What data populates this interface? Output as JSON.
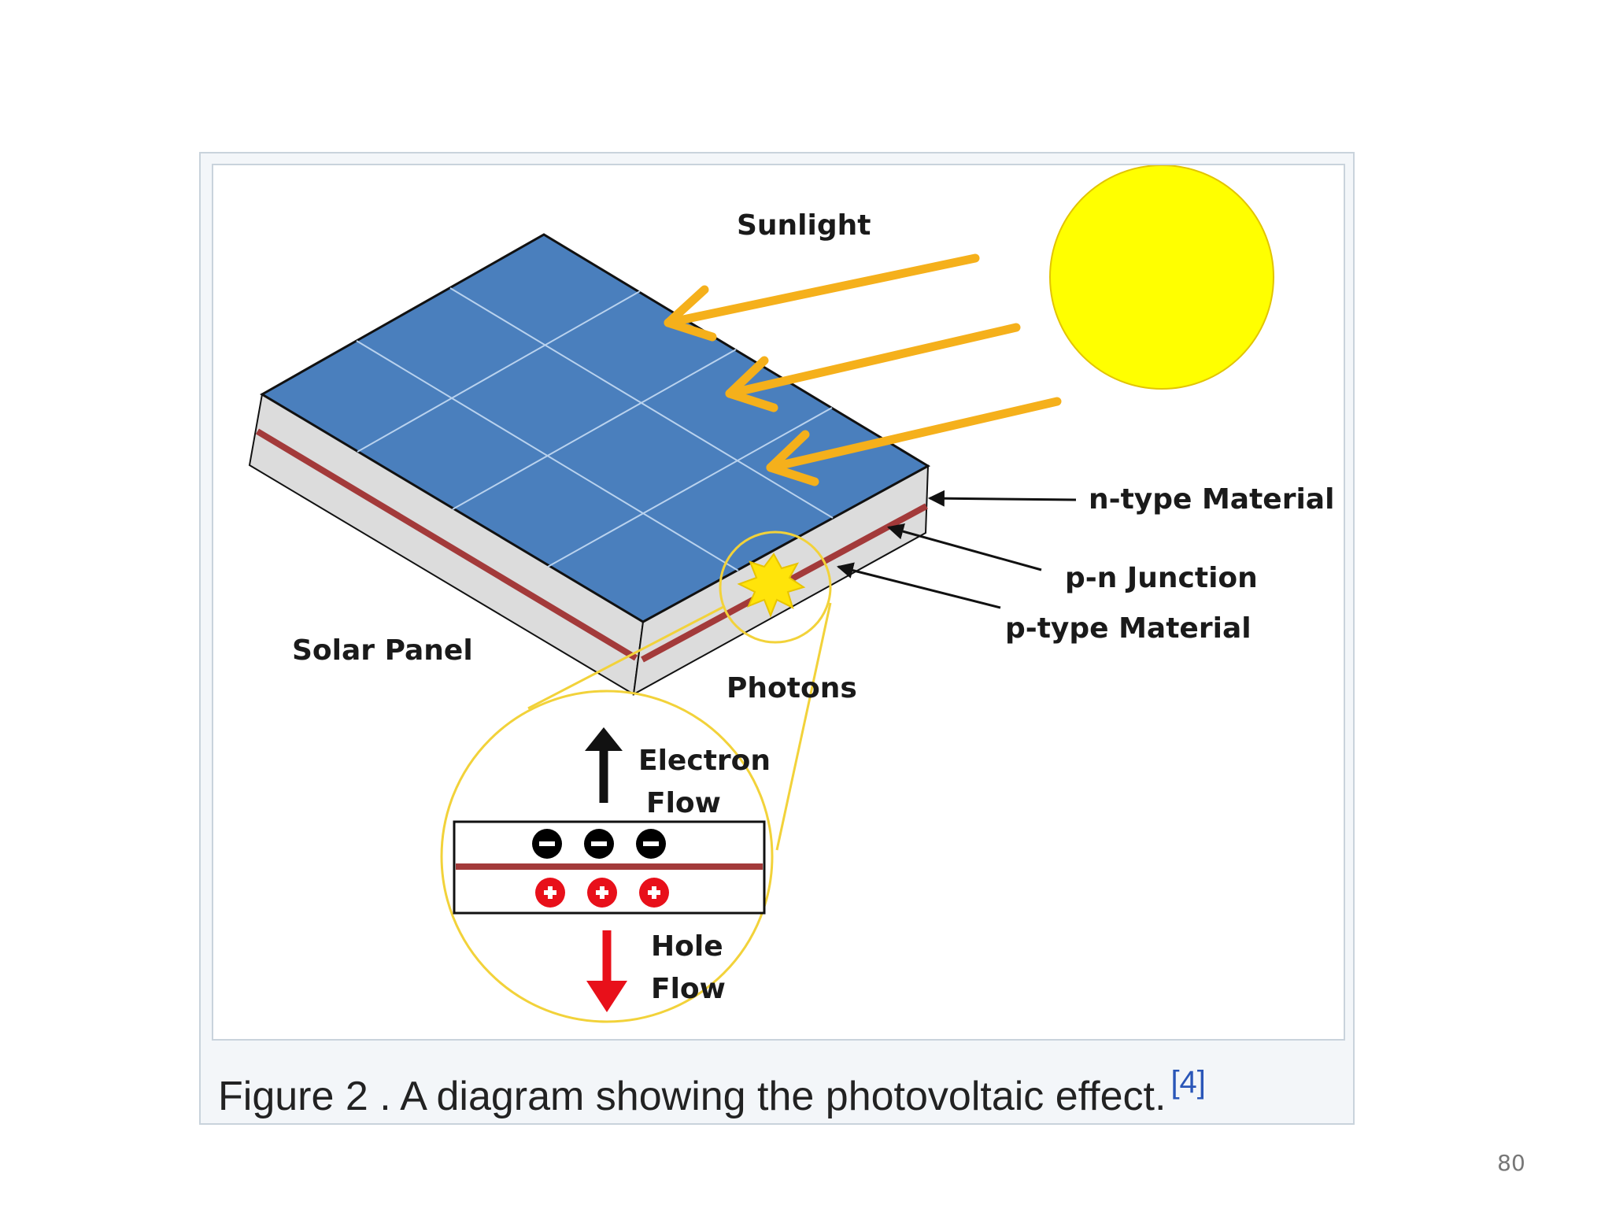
{
  "diagram": {
    "labels": {
      "sunlight": "Sunlight",
      "n_type": "n-type Material",
      "pn_junction": "p-n Junction",
      "p_type": "p-type Material",
      "solar_panel": "Solar Panel",
      "photons": "Photons",
      "electron_flow_line1": "Electron",
      "electron_flow_line2": "Flow",
      "hole_flow_line1": "Hole",
      "hole_flow_line2": "Flow"
    },
    "colors": {
      "panel_top": "#4a7fbd",
      "panel_side": "#dcdcdc",
      "junction_stripe": "#a33a3a",
      "sun": "#ffff00",
      "sunlight_arrow": "#f5b01b",
      "zoom_outline": "#f2d23a",
      "electron": "#000000",
      "hole": "#e8101a",
      "hole_arrow": "#e8101a"
    }
  },
  "caption": {
    "text": "Figure 2 . A diagram showing the photovoltaic effect.",
    "reference": "[4]"
  },
  "page_number": "80"
}
